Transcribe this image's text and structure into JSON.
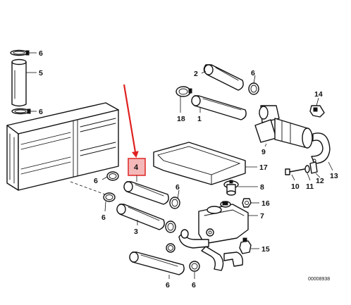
{
  "parts": {
    "p1": "1",
    "p2": "2",
    "p3": "3",
    "p4": "4",
    "p5": "5",
    "p6": "6",
    "p7": "7",
    "p8": "8",
    "p9": "9",
    "p10": "10",
    "p11": "11",
    "p12": "12",
    "p13": "13",
    "p14": "14",
    "p15": "15",
    "p16": "16",
    "p17": "17",
    "p18": "18"
  },
  "highlight": {
    "label": "4",
    "fill_color": "#f4b8b8",
    "border_color": "#e03030",
    "arrow_color": "#e02020"
  },
  "diagram_code": "00008938"
}
